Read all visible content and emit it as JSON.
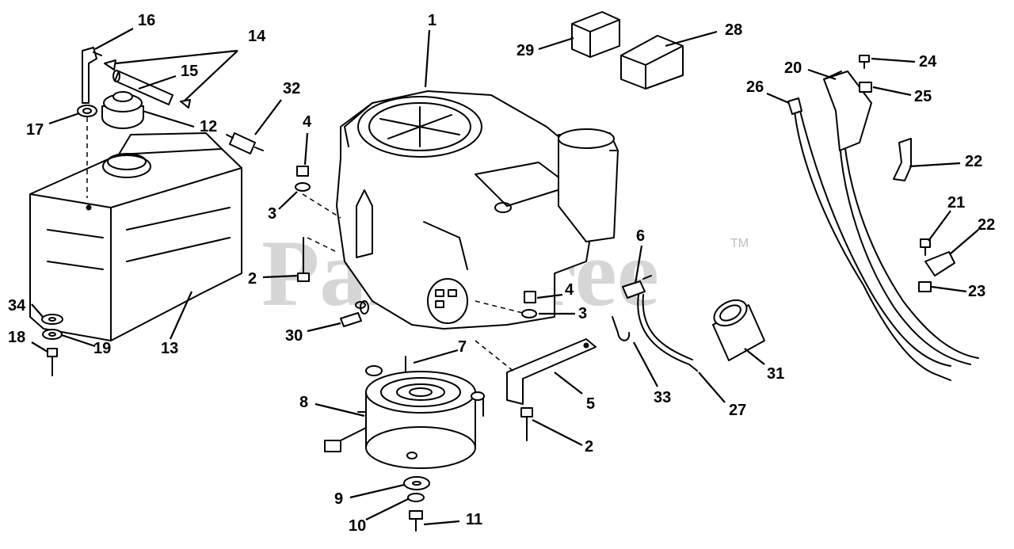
{
  "watermark": {
    "text": "PartsTree",
    "trademark": "TM"
  },
  "callouts": {
    "c1": "1",
    "c2a": "2",
    "c2b": "2",
    "c3a": "3",
    "c3b": "3",
    "c4a": "4",
    "c4b": "4",
    "c5": "5",
    "c6": "6",
    "c7": "7",
    "c8": "8",
    "c9": "9",
    "c10": "10",
    "c11": "11",
    "c12": "12",
    "c13": "13",
    "c14": "14",
    "c15": "15",
    "c16": "16",
    "c17": "17",
    "c18": "18",
    "c19": "19",
    "c20": "20",
    "c21": "21",
    "c22a": "22",
    "c22b": "22",
    "c23": "23",
    "c24": "24",
    "c25": "25",
    "c26": "26",
    "c27": "27",
    "c28": "28",
    "c29": "29",
    "c30": "30",
    "c31": "31",
    "c32": "32",
    "c33": "33",
    "c34": "34"
  }
}
